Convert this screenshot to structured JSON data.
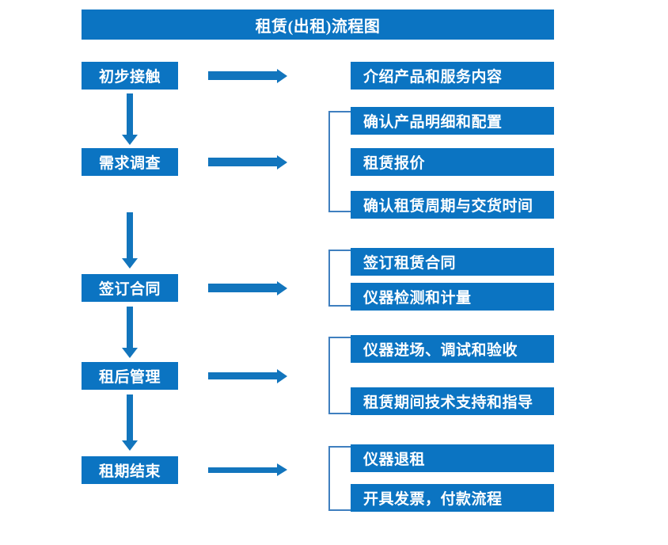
{
  "header": {
    "title": "租赁(出租)流程图"
  },
  "theme": {
    "box_fill": "#0b74c2",
    "box_text": "#ffffff",
    "arrow_color": "#1275bd",
    "bracket_color": "#3f7fbf",
    "background": "#ffffff"
  },
  "flow": {
    "stages": [
      {
        "label": "初步接触"
      },
      {
        "label": "需求调查"
      },
      {
        "label": "签订合同"
      },
      {
        "label": "租后管理"
      },
      {
        "label": "租期结束"
      }
    ],
    "details": [
      {
        "label": "介绍产品和服务内容"
      },
      {
        "label": "确认产品明细和配置"
      },
      {
        "label": "租赁报价"
      },
      {
        "label": "确认租赁周期与交货时间"
      },
      {
        "label": "签订租赁合同"
      },
      {
        "label": "仪器检测和计量"
      },
      {
        "label": "仪器进场、调试和验收"
      },
      {
        "label": "租赁期间技术支持和指导"
      },
      {
        "label": "仪器退租"
      },
      {
        "label": "开具发票，付款流程"
      }
    ],
    "groups": [
      {
        "stage": "初步接触",
        "detail_indices": [
          0
        ],
        "bracketed": false
      },
      {
        "stage": "需求调查",
        "detail_indices": [
          1,
          2,
          3
        ],
        "bracketed": true
      },
      {
        "stage": "签订合同",
        "detail_indices": [
          4,
          5
        ],
        "bracketed": true
      },
      {
        "stage": "租后管理",
        "detail_indices": [
          6,
          7
        ],
        "bracketed": true
      },
      {
        "stage": "租期结束",
        "detail_indices": [
          8,
          9
        ],
        "bracketed": true
      }
    ]
  }
}
